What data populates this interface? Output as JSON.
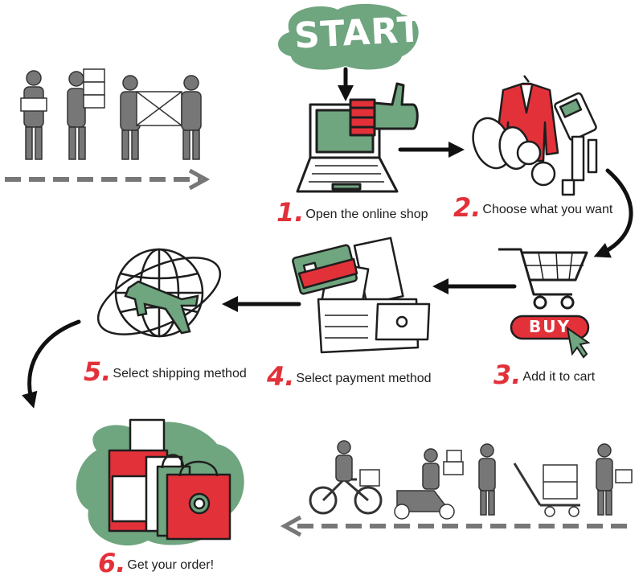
{
  "start_label": "START",
  "buy_label": "BUY",
  "colors": {
    "green": "#6fa57f",
    "red": "#e3313a",
    "gray": "#777777",
    "ink": "#1e1e1e"
  },
  "steps": [
    {
      "number": "1.",
      "label": "Open the online shop",
      "icon": "laptop-thumbs-up-icon"
    },
    {
      "number": "2.",
      "label": "Choose what you want",
      "icon": "clothing-products-icon"
    },
    {
      "number": "3.",
      "label": "Add it to cart",
      "icon": "shopping-cart-icon"
    },
    {
      "number": "4.",
      "label": "Select payment method",
      "icon": "wallet-card-icon"
    },
    {
      "number": "5.",
      "label": "Select shipping method",
      "icon": "globe-plane-icon"
    },
    {
      "number": "6.",
      "label": "Get your order!",
      "icon": "shopping-bags-icon"
    }
  ]
}
